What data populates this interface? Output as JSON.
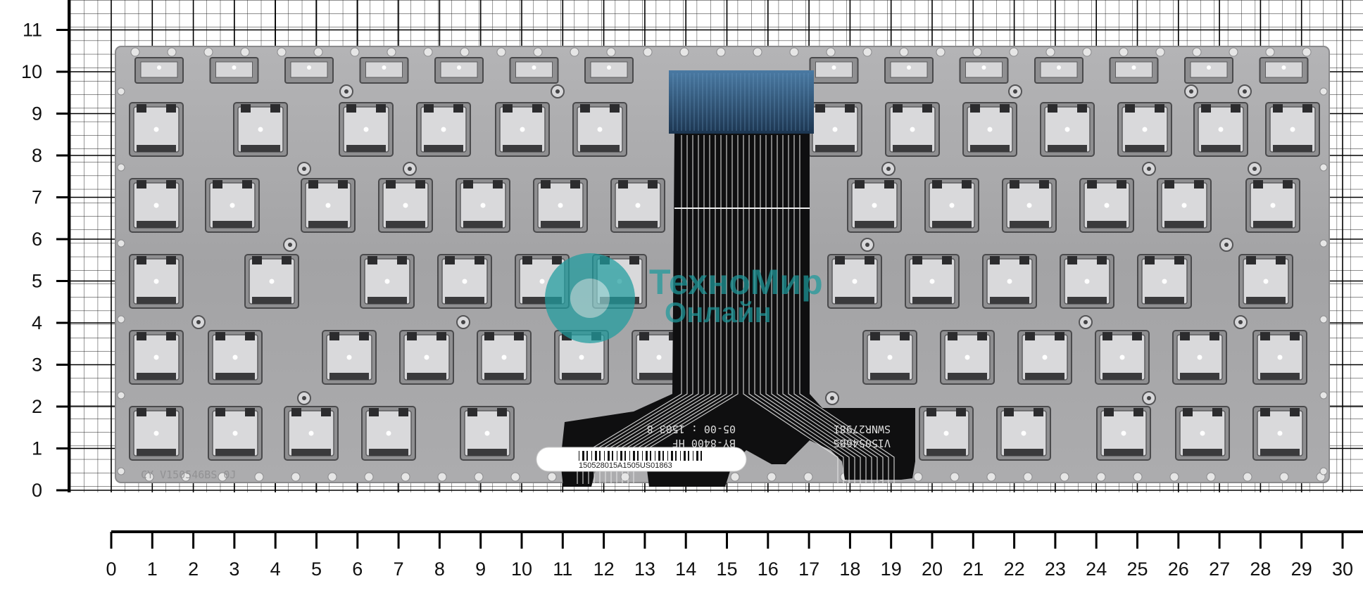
{
  "ruler": {
    "y_ticks": [
      "0",
      "1",
      "2",
      "3",
      "4",
      "5",
      "6",
      "7",
      "8",
      "9",
      "10",
      "11"
    ],
    "x_ticks": [
      "0",
      "1",
      "2",
      "3",
      "4",
      "5",
      "6",
      "7",
      "8",
      "9",
      "10",
      "11",
      "12",
      "13",
      "14",
      "15",
      "16",
      "17",
      "18",
      "19",
      "20",
      "21",
      "22",
      "23",
      "24",
      "25",
      "26",
      "27",
      "28",
      "29",
      "30"
    ]
  },
  "keyboard": {
    "plate_color": "#a7a7a9",
    "cable_color": "#0f0f10",
    "connector_color": "#2b4f6e",
    "cable_print": {
      "line1": "BY-8400 HF",
      "line2": "05-00 : 1503 8",
      "line3": "V150546BS",
      "line4": "SWNR2798I"
    },
    "serial_sticker": "150528015A1505US01863",
    "plate_marking": "CY V150546BS 0J"
  },
  "watermark": {
    "line1": "ТехноМир",
    "line2": "Онлайн",
    "color": "#1e9a9c"
  }
}
